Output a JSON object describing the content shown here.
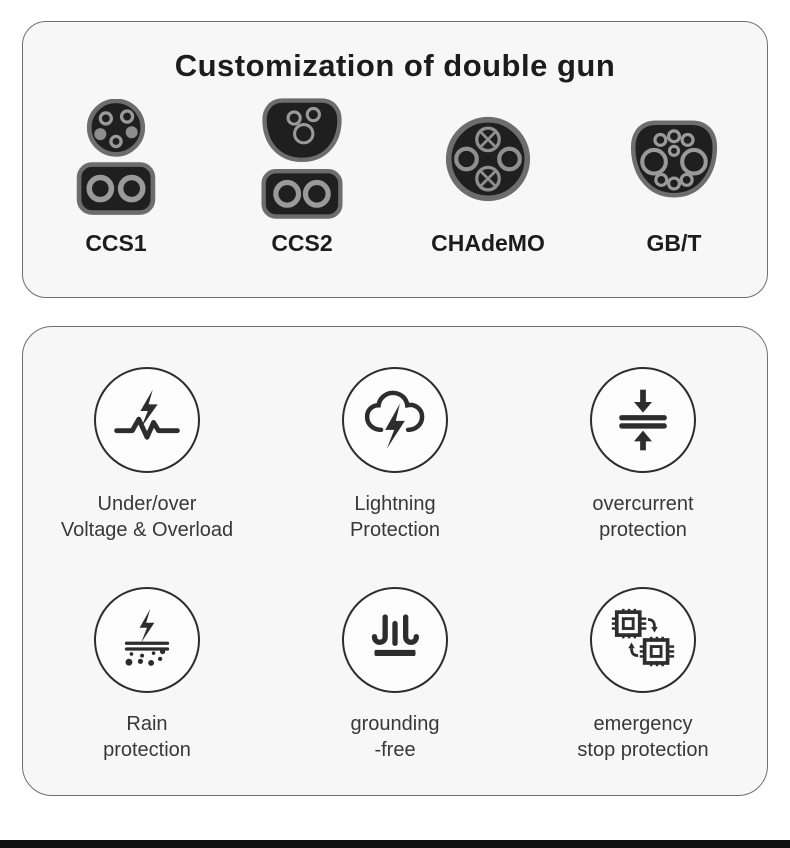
{
  "page": {
    "background": "#ffffff",
    "panel_background": "#f7f7f7",
    "panel_border_color": "#6f6f6f",
    "icon_stroke_color": "#2d2d2d",
    "connector_body_color": "#1f1f1f",
    "connector_ring_color": "#9a9a9a",
    "bottom_bar_color": "#101010"
  },
  "top_panel": {
    "title": "Customization of double gun",
    "connectors": [
      {
        "label": "CCS1",
        "icon": "ccs1-connector-icon"
      },
      {
        "label": "CCS2",
        "icon": "ccs2-connector-icon"
      },
      {
        "label": "CHAdeMO",
        "icon": "chademo-connector-icon"
      },
      {
        "label": "GB/T",
        "icon": "gbt-connector-icon"
      }
    ]
  },
  "features_panel": {
    "items": [
      {
        "icon": "surge-pulse-icon",
        "label_line1": "Under/over",
        "label_line2": "Voltage & Overload"
      },
      {
        "icon": "lightning-cloud-icon",
        "label_line1": "Lightning",
        "label_line2": "Protection"
      },
      {
        "icon": "overcurrent-icon",
        "label_line1": "overcurrent",
        "label_line2": "protection"
      },
      {
        "icon": "rain-drops-icon",
        "label_line1": "Rain",
        "label_line2": "protection"
      },
      {
        "icon": "grounding-icon",
        "label_line1": "grounding",
        "label_line2": "-free"
      },
      {
        "icon": "chip-exchange-icon",
        "label_line1": "emergency",
        "label_line2": "stop protection"
      }
    ]
  }
}
